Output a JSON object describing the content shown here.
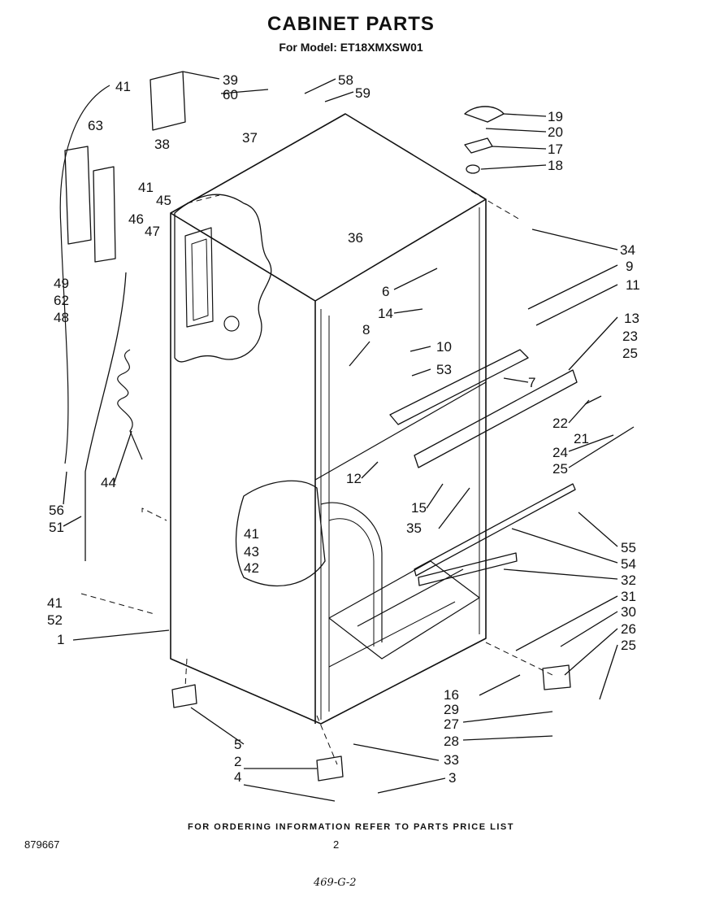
{
  "header": {
    "title": "CABINET PARTS",
    "model_line": "For Model: ET18XMXSW01"
  },
  "footer": {
    "ordering_note": "FOR ORDERING INFORMATION REFER TO PARTS PRICE LIST",
    "document_number": "879667",
    "page_number": "2",
    "handwritten_note": "469-G-2"
  },
  "callouts": [
    "41",
    "39",
    "58",
    "60",
    "59",
    "19",
    "20",
    "17",
    "18",
    "63",
    "38",
    "37",
    "41",
    "45",
    "46",
    "47",
    "36",
    "34",
    "9",
    "11",
    "13",
    "23",
    "25",
    "49",
    "62",
    "48",
    "6",
    "14",
    "8",
    "10",
    "53",
    "7",
    "22",
    "21",
    "24",
    "25",
    "12",
    "15",
    "35",
    "44",
    "56",
    "51",
    "41",
    "43",
    "42",
    "55",
    "54",
    "32",
    "31",
    "30",
    "26",
    "25",
    "41",
    "52",
    "1",
    "16",
    "29",
    "27",
    "28",
    "5",
    "33",
    "2",
    "3",
    "4"
  ]
}
